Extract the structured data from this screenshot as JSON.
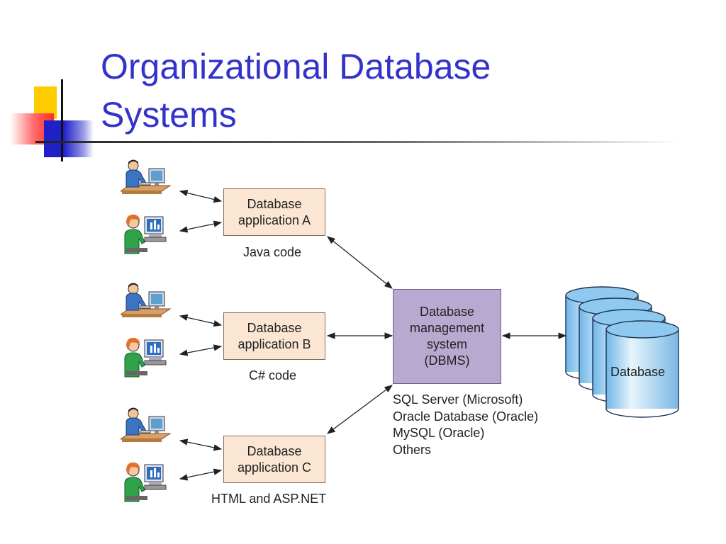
{
  "slide": {
    "title_line1": "Organizational Database",
    "title_line2": "Systems"
  },
  "apps": [
    {
      "line1": "Database",
      "line2": "application A",
      "code": "Java code"
    },
    {
      "line1": "Database",
      "line2": "application B",
      "code": "C# code"
    },
    {
      "line1": "Database",
      "line2": "application C",
      "code": "HTML and ASP.NET"
    }
  ],
  "dbms": {
    "lines": [
      "Database",
      "management",
      "system",
      "(DBMS)"
    ]
  },
  "vendors": [
    "SQL Server (Microsoft)",
    "Oracle Database (Oracle)",
    "MySQL (Oracle)",
    "Others"
  ],
  "database": {
    "label": "Database"
  },
  "colors": {
    "title": "#3333cc",
    "app_box": "#fbe6d3",
    "dbms_box": "#b7a9cf",
    "cylinder": "#8fc9ef"
  }
}
